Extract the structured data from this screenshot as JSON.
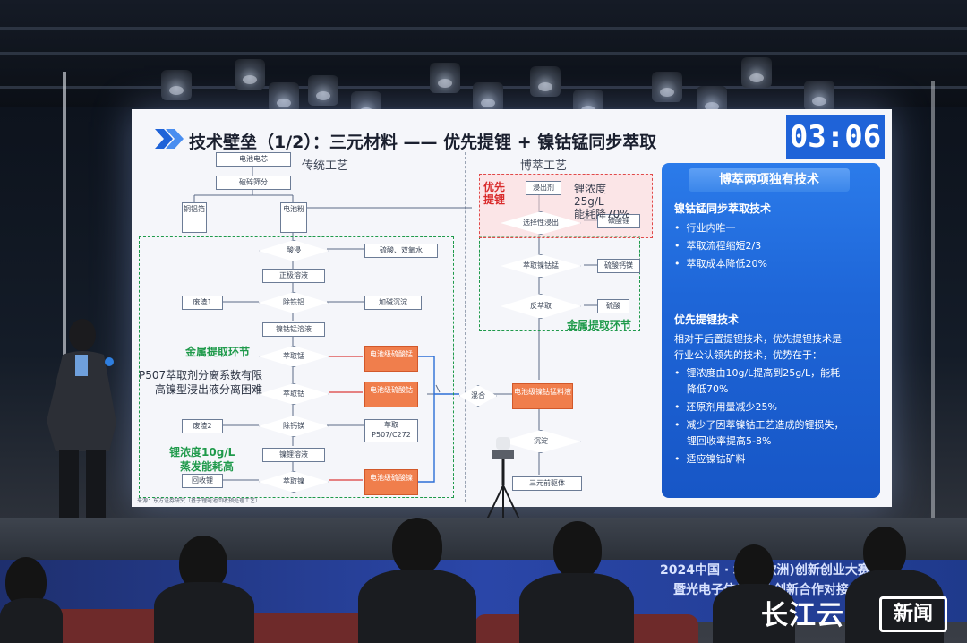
{
  "slide": {
    "title": "技术壁垒（1/2）：三元材料 —— 优先提锂 + 镍钴锰同步萃取",
    "timer": "03:06",
    "left_header": "传统工艺",
    "mid_header": "博萃工艺",
    "traditional_flow": {
      "battery_core": "电池电芯",
      "crush": "破碎筛分",
      "copper": "铜铝箔",
      "powder": "电池粉",
      "acid_leach": "酸浸",
      "reagent": "硫酸、双氧水",
      "leachate": "正极溶液",
      "waste1": "废渣1",
      "remove_fe": "除铁铝",
      "alkali": "加碱沉淀",
      "crude": "镍钴锰溶液",
      "ext_mn": "萃取锰",
      "ext_co": "萃取钴",
      "waste2": "废渣2",
      "remove_ca": "除钙镁",
      "extractant": "萃取P507/C272",
      "ni_sol": "镍锂溶液",
      "recover": "回收锂",
      "ext_ni": "萃取镍",
      "out_mn": "电池级硫酸锰",
      "out_co": "电池级硫酸钴",
      "out_ni": "电池级硫酸镍"
    },
    "bocui_flow": {
      "leachant": "浸出剂",
      "selective": "选择性浸出",
      "li_out": "碳酸锂",
      "ext_nicomn": "萃取镍钴锰",
      "raffinate": "硫酸钙镁",
      "strip": "反萃取",
      "acid": "硫酸",
      "mix": "混合",
      "out_mixed": "电池级镍钴锰料液",
      "precip": "沉淀",
      "precursor": "三元前驱体"
    },
    "labels": {
      "priority_li": "优先提锂",
      "li_conc": "锂浓度",
      "li_val": "25g/L",
      "li_energy": "能耗降70%",
      "metal_extract_left": "金属提取环节",
      "metal_extract_right": "金属提取环节",
      "p507_1": "P507萃取剂分离系数有限",
      "p507_2": "高镍型浸出液分离困难",
      "red1": "锂浓度10g/L",
      "red2": "蒸发能耗高",
      "source": "来源：东方证券研究（基于锂电池回收预处理工艺）"
    },
    "panel": {
      "header": "博萃两项独有技术",
      "s1_title": "镍钴锰同步萃取技术",
      "s1_items": [
        "行业内唯一",
        "萃取流程缩短2/3",
        "萃取成本降低20%"
      ],
      "s2_title": "优先提锂技术",
      "s2_desc1": "相对于后置提锂技术，优先提锂技术是",
      "s2_desc2": "行业公认领先的技术，优势在于：",
      "s2_items": [
        "锂浓度由10g/L提高到25g/L，能耗",
        "降低70%",
        "还原剂用量减少25%",
        "减少了因萃镍钴工艺造成的锂损失，",
        "锂回收率提高5-8%",
        "适应镍钴矿料"
      ]
    }
  },
  "banner": {
    "line1": "2024中国 · 北欧(欧洲)创新创业大赛决赛",
    "line2": "暨光电子信息产业创新合作对接会"
  },
  "watermark": {
    "logo_a": "长江云",
    "logo_b": "新闻"
  },
  "colors": {
    "timer_bg": "#1f63d8",
    "panel_bg": "#1e66d8",
    "accent_green": "#1f9a4b",
    "accent_red": "#d92a2a",
    "output_orange": "#f07e4c"
  }
}
